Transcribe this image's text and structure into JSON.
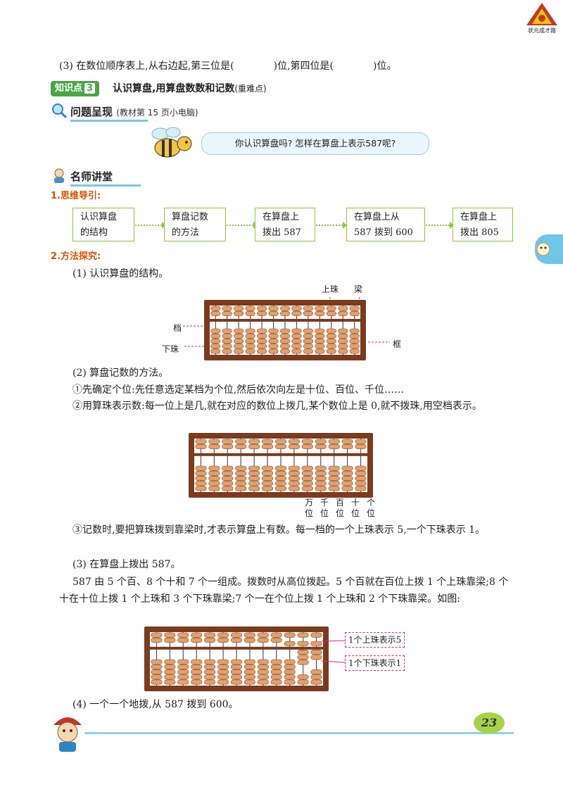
{
  "logo_text": "状元成才路",
  "q3_line": "(3) 在数位顺序表上,从右边起,第三位是(　　　　)位,第四位是(　　　　)位。",
  "knowledge_point": {
    "label": "知识点",
    "number": "3",
    "title": "认识算盘,用算盘数数和记数",
    "hint": "(重难点)"
  },
  "problem_section": {
    "title": "问题呈现",
    "source": "(教材第 15 页小电脑)"
  },
  "bubble_text": "你认识算盘吗? 怎样在算盘上表示587呢?",
  "teacher_section": {
    "title": "名师讲堂"
  },
  "guide_heading": "1.思维导引:",
  "flow": [
    {
      "line1": "认识算盘",
      "line2": "的结构"
    },
    {
      "line1": "算盘记数",
      "line2": "的方法"
    },
    {
      "line1": "在算盘上",
      "line2": "拨出 587"
    },
    {
      "line1": "在算盘上从",
      "line2": "587 拨到 600"
    },
    {
      "line1": "在算盘上",
      "line2": "拨出 805"
    }
  ],
  "method_heading": "2.方法探究:",
  "step1": "(1) 认识算盘的结构。",
  "abacus1_labels": {
    "upper": "上珠",
    "beam": "梁",
    "rod": "档",
    "lower": "下珠",
    "frame": "框"
  },
  "step2": "(2) 算盘记数的方法。",
  "rule1": "①先确定个位:先任意选定某档为个位,然后依次向左是十位、百位、千位……",
  "rule2": "②用算珠表示数:每一位上是几,就在对应的数位上拨几,某个数位上是 0,就不拨珠,用空档表示。",
  "place_labels": [
    "万",
    "千",
    "百",
    "十",
    "个"
  ],
  "place_suffix": "位",
  "rule3": "③记数时,要把算珠拨到靠梁时,才表示算盘上有数。每一档的一个上珠表示 5,一个下珠表示 1。",
  "step3": "(3) 在算盘上拨出 587。",
  "step3_text": "587 由 5 个百、8 个十和 7 个一组成。拨数时从高位拨起。5 个百就在百位上拨 1 个上珠靠梁;8 个十在十位上拨 1 个上珠和 3 个下珠靠梁;7 个一在个位上拨 1 个上珠和 2 个下珠靠梁。如图:",
  "callouts": [
    "1个上珠表示5",
    "1个下珠表示1"
  ],
  "step4": "(4) 一个一个地拨,从 587 拨到 600。",
  "page_number": "23",
  "colors": {
    "green": "#49a643",
    "flow_green": "#8cc63e",
    "bead": "#e0a070",
    "frame": "#7a3b1e",
    "accent_pink": "#d92b7d"
  },
  "abacus_587": {
    "hundreds": 5,
    "tens": 8,
    "ones": 7
  }
}
